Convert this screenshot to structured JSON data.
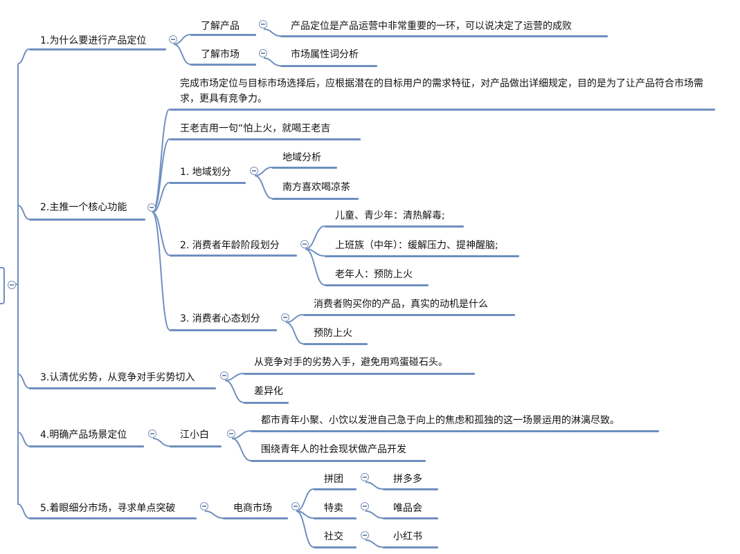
{
  "mindmap": {
    "root": {
      "label": ""
    },
    "branches": [
      {
        "label": "1.为什么要进行产品定位",
        "children": [
          {
            "label": "了解产品",
            "children": [
              {
                "label": "产品定位是产品运营中非常重要的一环，可以说决定了运营的成败"
              }
            ]
          },
          {
            "label": "了解市场",
            "children": [
              {
                "label": "市场属性词分析"
              }
            ]
          }
        ]
      },
      {
        "label": "2.主推一个核心功能",
        "children": [
          {
            "label": "完成市场定位与目标市场选择后，应根据潜在的目标用户的需求特征，对产品做出详细规定，目的是为了让产品符合市场需求，更具有竞争力。"
          },
          {
            "label": "王老吉用一句“怕上火，就喝王老吉"
          },
          {
            "label": "1. 地域划分",
            "children": [
              {
                "label": "地域分析"
              },
              {
                "label": "南方喜欢喝凉茶"
              }
            ]
          },
          {
            "label": "2. 消费者年龄阶段划分",
            "children": [
              {
                "label": "儿童、青少年：清热解毒;"
              },
              {
                "label": "上班族（中年）：缓解压力、提神醒脑;"
              },
              {
                "label": "老年人：预防上火"
              }
            ]
          },
          {
            "label": "3. 消费者心态划分",
            "children": [
              {
                "label": "消费者购买你的产品，真实的动机是什么"
              },
              {
                "label": "预防上火"
              }
            ]
          }
        ]
      },
      {
        "label": "3.认清优劣势，从竞争对手劣势切入",
        "children": [
          {
            "label": "从竞争对手的劣势入手，避免用鸡蛋碰石头。"
          },
          {
            "label": "差异化"
          }
        ]
      },
      {
        "label": "4.明确产品场景定位",
        "children": [
          {
            "label": "江小白",
            "children": [
              {
                "label": "都市青年小聚、小饮以发泄自己急于向上的焦虑和孤独的这一场景运用的淋漓尽致。"
              },
              {
                "label": "围绕青年人的社会现状做产品开发"
              }
            ]
          }
        ]
      },
      {
        "label": "5.着眼细分市场，寻求单点突破",
        "children": [
          {
            "label": "电商市场",
            "children": [
              {
                "label": "拼团",
                "children": [
                  {
                    "label": "拼多多"
                  }
                ]
              },
              {
                "label": "特卖",
                "children": [
                  {
                    "label": "唯品会"
                  }
                ]
              },
              {
                "label": "社交",
                "children": [
                  {
                    "label": "小红书"
                  }
                ]
              }
            ]
          }
        ]
      }
    ]
  },
  "colors": {
    "line": "#6e8fbf",
    "toggle": "#7a8fb5",
    "text": "#111111",
    "background": "#ffffff"
  }
}
